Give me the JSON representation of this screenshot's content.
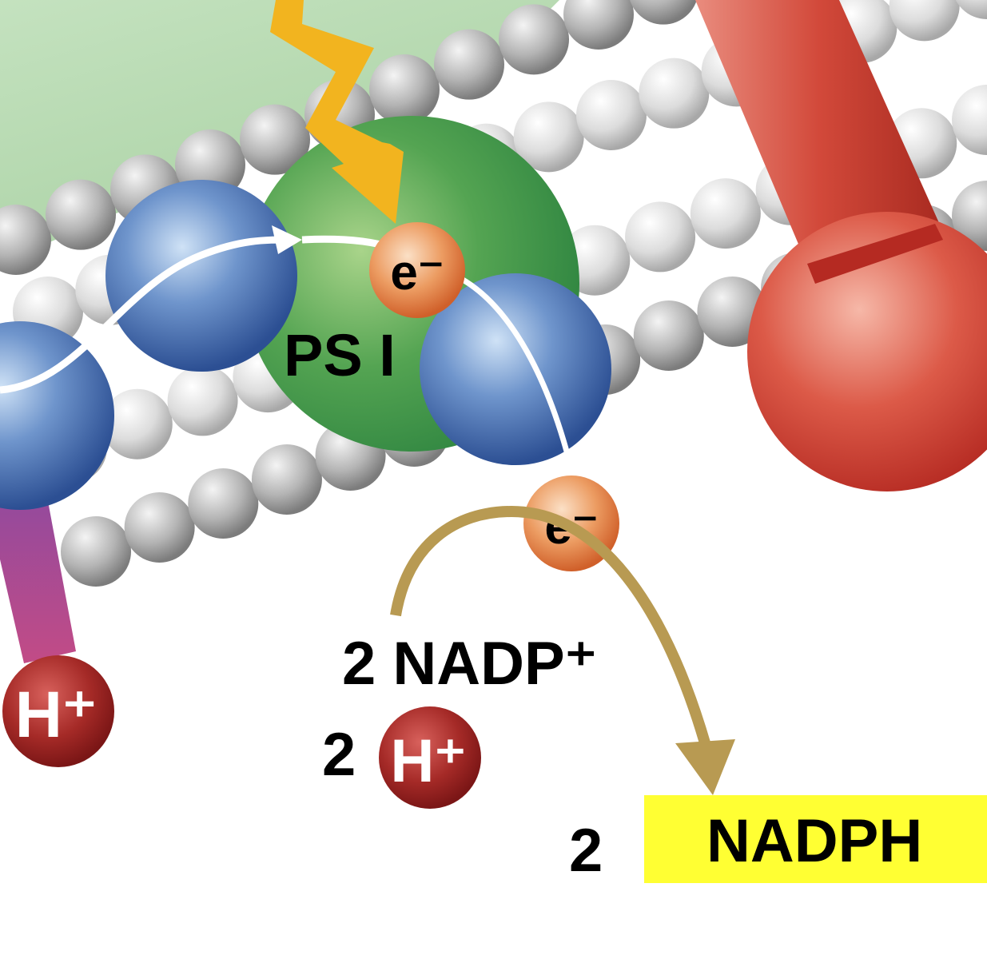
{
  "diagram": {
    "psi_label": "PS I",
    "electron_label_1": "e⁻",
    "electron_label_2": "e⁻",
    "proton_label_1": "H⁺",
    "proton_label_2": "H⁺",
    "nadp_label": "2 NADP⁺",
    "proton_coefficient": "2",
    "nadph_coefficient": "2",
    "nadph_label": "NADPH"
  },
  "colors": {
    "stroma": "#b7d9b2",
    "psi": "#3e9a48",
    "protein_blue": "#3f66a8",
    "electron": "#e0743a",
    "proton": "#9c2424",
    "atp_synthase_red": "#cc3b2f",
    "arrow_tan": "#b89a52",
    "light_bolt": "#f2b41f",
    "nadph_highlight": "#ffff33"
  }
}
